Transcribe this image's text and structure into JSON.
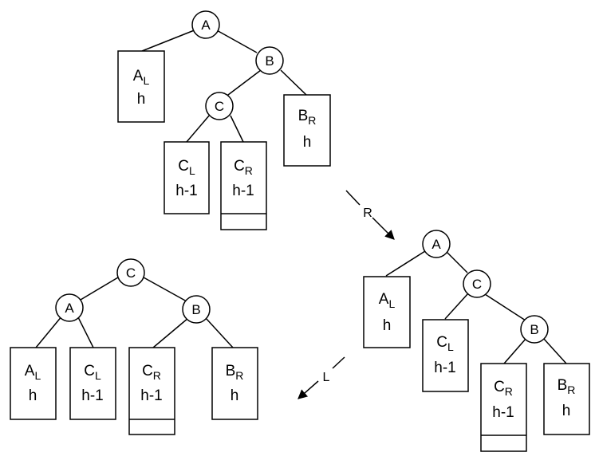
{
  "trees": [
    {
      "id": "tree1",
      "nodes": [
        {
          "label": "A"
        },
        {
          "label": "B"
        },
        {
          "label": "C"
        }
      ],
      "subtrees": [
        {
          "main": "A",
          "sub": "L",
          "height": "h"
        },
        {
          "main": "B",
          "sub": "R",
          "height": "h"
        },
        {
          "main": "C",
          "sub": "L",
          "height": "h-1"
        },
        {
          "main": "C",
          "sub": "R",
          "height": "h-1"
        }
      ]
    },
    {
      "id": "tree2",
      "nodes": [
        {
          "label": "A"
        },
        {
          "label": "C"
        },
        {
          "label": "B"
        }
      ],
      "subtrees": [
        {
          "main": "A",
          "sub": "L",
          "height": "h"
        },
        {
          "main": "C",
          "sub": "L",
          "height": "h-1"
        },
        {
          "main": "C",
          "sub": "R",
          "height": "h-1"
        },
        {
          "main": "B",
          "sub": "R",
          "height": "h"
        }
      ]
    },
    {
      "id": "tree3",
      "nodes": [
        {
          "label": "C"
        },
        {
          "label": "A"
        },
        {
          "label": "B"
        }
      ],
      "subtrees": [
        {
          "main": "A",
          "sub": "L",
          "height": "h"
        },
        {
          "main": "C",
          "sub": "L",
          "height": "h-1"
        },
        {
          "main": "C",
          "sub": "R",
          "height": "h-1"
        },
        {
          "main": "B",
          "sub": "R",
          "height": "h"
        }
      ]
    }
  ],
  "rotations": [
    {
      "label": "R"
    },
    {
      "label": "L"
    }
  ]
}
